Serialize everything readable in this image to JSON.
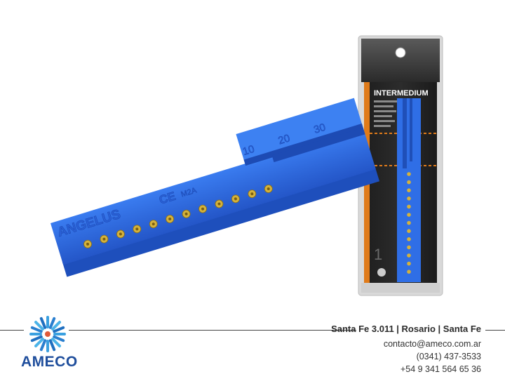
{
  "package": {
    "product_name": "INTERMEDIUM",
    "hang_hole": "hanger-hole",
    "number_fragment": "1"
  },
  "ruler": {
    "brand": "ANGELUS",
    "ce_mark": "CE",
    "model_code": "M2A",
    "scale_labels": [
      "10",
      "20",
      "30"
    ],
    "upper_scale_labels": [
      "20",
      "30"
    ],
    "color": "#2e6fe6",
    "dot_color": "#d4b23c"
  },
  "footer": {
    "logo_text": "AMECO",
    "address": "Santa Fe 3.011 | Rosario | Santa Fe",
    "email": "contacto@ameco.com.ar",
    "phone": "(0341) 437-3533",
    "mobile": "+54 9 341 564 65 36"
  }
}
